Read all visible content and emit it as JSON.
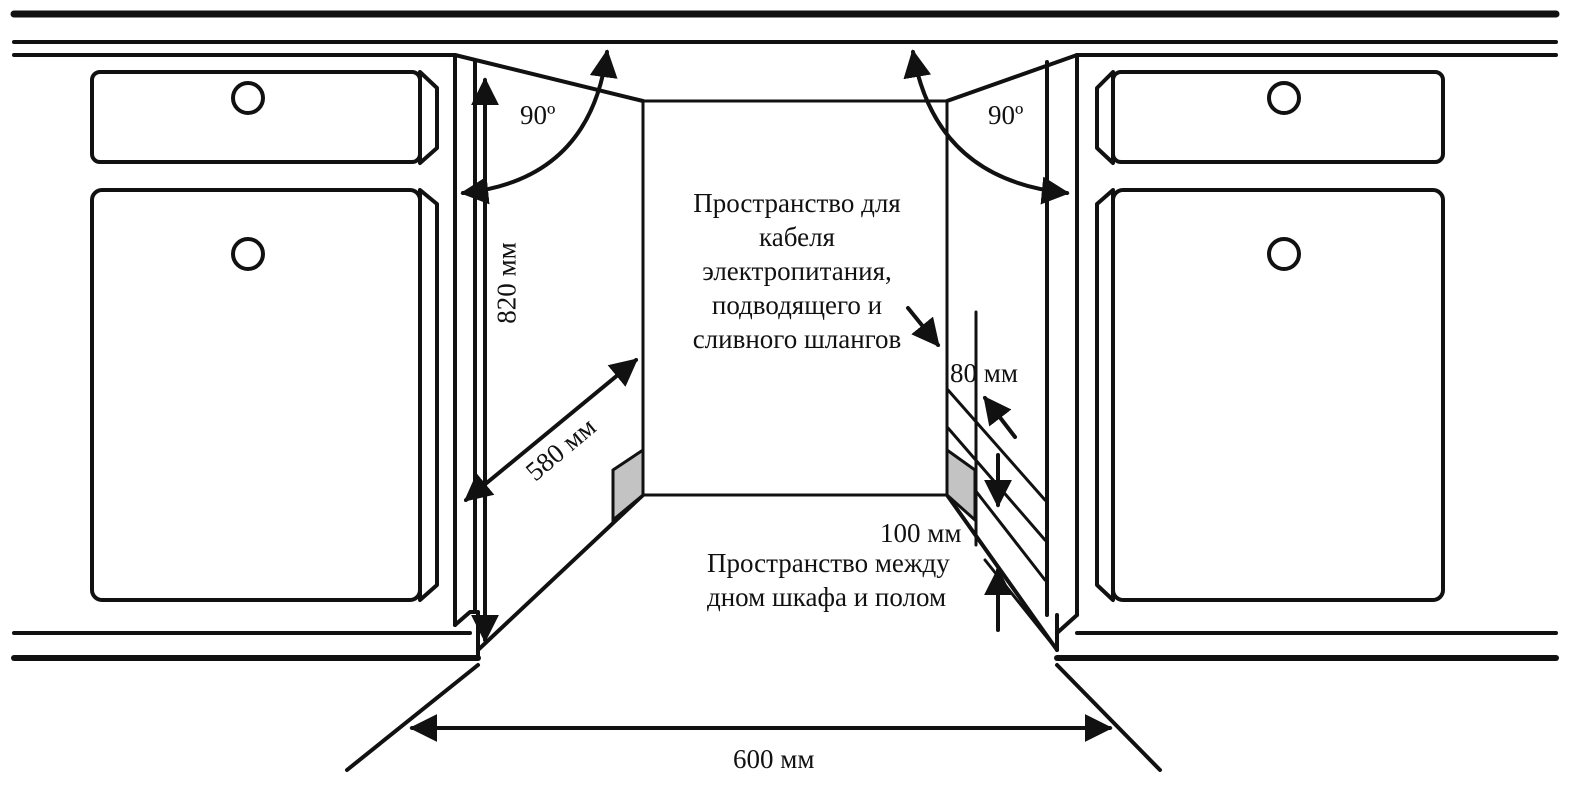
{
  "labels": {
    "angle_left": "90º",
    "angle_right": "90º",
    "height": "820 мм",
    "depth": "580 мм",
    "width": "600 мм",
    "gap_top": "80 мм",
    "gap_bottom": "100 мм",
    "cable_space": [
      "Пространство для",
      "кабеля",
      "электропитания,",
      "подводящего и",
      "сливного шлангов"
    ],
    "floor_space": [
      "Пространство между",
      "дном шкафа и полом"
    ]
  },
  "colors": {
    "line": "#111111",
    "fill": "#ffffff",
    "gray": "#c3c3c3"
  }
}
